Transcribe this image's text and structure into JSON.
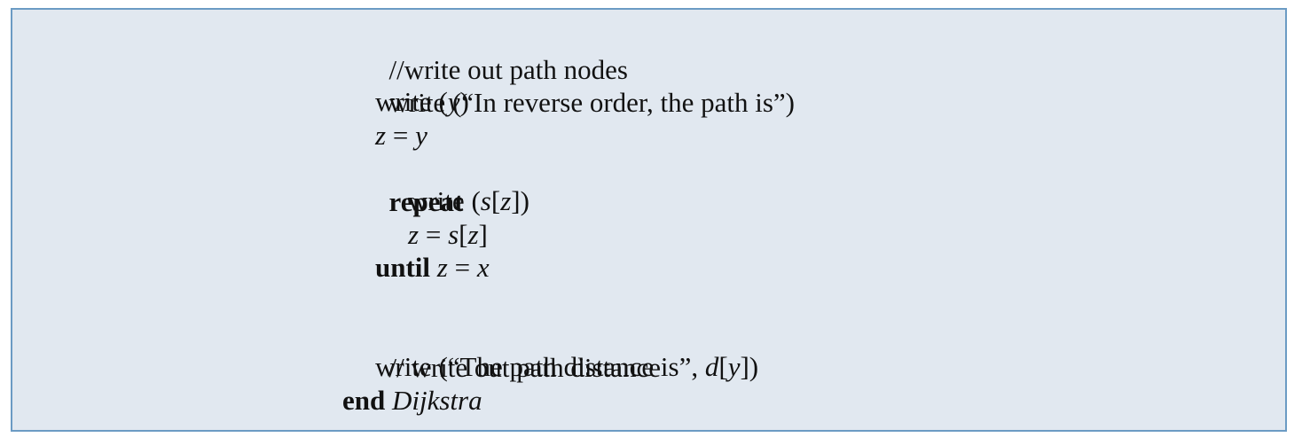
{
  "code": {
    "comment_path_nodes": "//write out path nodes",
    "write_reverse": "write (“In reverse order, the path is”)",
    "write_y_prefix": "write (",
    "var_y": "y",
    "paren_close": ")",
    "var_z": "z",
    "op_eq": "=",
    "kw_repeat": "repeat",
    "write_prefix": "write (",
    "arr_s": "s",
    "bracket_open": "[",
    "bracket_close": "]",
    "kw_until": "until",
    "var_x": "x",
    "comment_path_distance": "// write out path distance",
    "write_distance_prefix": "write (“The path distance is”, ",
    "arr_d": "d",
    "kw_end": "end",
    "proc_name": "Dijkstra"
  }
}
